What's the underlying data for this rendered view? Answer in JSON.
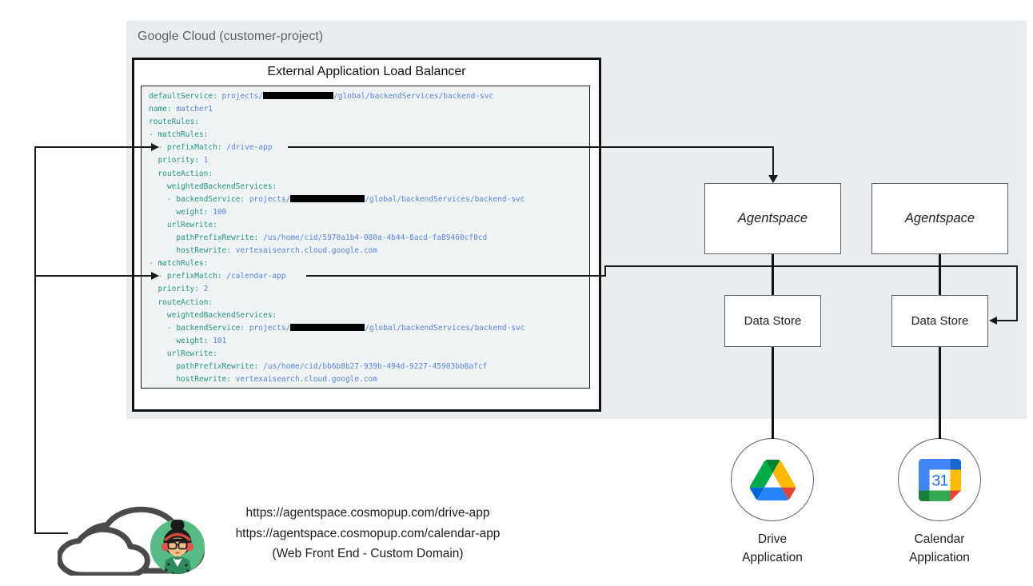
{
  "panel": {
    "label": "Google Cloud (customer-project)"
  },
  "load_balancer": {
    "title": "External Application Load Balancer"
  },
  "url_map": {
    "lines": [
      [
        [
          "k",
          "defaultService:"
        ],
        [
          "v",
          " projects/"
        ],
        [
          "r",
          "88"
        ],
        [
          "v",
          "/global/backendServices/backend-svc"
        ]
      ],
      [
        [
          "k",
          "name:"
        ],
        [
          "v",
          " matcher1"
        ]
      ],
      [
        [
          "k",
          "routeRules:"
        ]
      ],
      [
        [
          "k",
          "- matchRules:"
        ]
      ],
      [
        [
          "k",
          "  - prefixMatch:"
        ],
        [
          "v",
          " /drive-app"
        ]
      ],
      [
        [
          "k",
          "  priority:"
        ],
        [
          "v",
          " 1"
        ]
      ],
      [
        [
          "k",
          "  routeAction:"
        ]
      ],
      [
        [
          "k",
          "    weightedBackendServices:"
        ]
      ],
      [
        [
          "k",
          "    - backendService:"
        ],
        [
          "v",
          " projects/"
        ],
        [
          "r",
          "93"
        ],
        [
          "v",
          "/global/backendServices/backend-svc"
        ]
      ],
      [
        [
          "k",
          "      weight:"
        ],
        [
          "v",
          " 100"
        ]
      ],
      [
        [
          "k",
          "    urlRewrite:"
        ]
      ],
      [
        [
          "k",
          "      pathPrefixRewrite:"
        ],
        [
          "v",
          " /us/home/cid/5970a1b4-080a-4b44-8acd-fa89460cf0cd"
        ]
      ],
      [
        [
          "k",
          "      hostRewrite:"
        ],
        [
          "v",
          " vertexaisearch.cloud.google.com"
        ]
      ],
      [
        [
          "k",
          "- matchRules:"
        ]
      ],
      [
        [
          "k",
          "  - prefixMatch:"
        ],
        [
          "v",
          " /calendar-app"
        ]
      ],
      [
        [
          "k",
          "  priority:"
        ],
        [
          "v",
          " 2"
        ]
      ],
      [
        [
          "k",
          "  routeAction:"
        ]
      ],
      [
        [
          "k",
          "    weightedBackendServices:"
        ]
      ],
      [
        [
          "k",
          "    - backendService:"
        ],
        [
          "v",
          " projects/"
        ],
        [
          "r",
          "93"
        ],
        [
          "v",
          "/global/backendServices/backend-svc"
        ]
      ],
      [
        [
          "k",
          "      weight:"
        ],
        [
          "v",
          " 101"
        ]
      ],
      [
        [
          "k",
          "    urlRewrite:"
        ]
      ],
      [
        [
          "k",
          "      pathPrefixRewrite:"
        ],
        [
          "v",
          " /us/home/cid/bb6b8b27-939b-494d-9227-45903bb8afcf"
        ]
      ],
      [
        [
          "k",
          "      hostRewrite:"
        ],
        [
          "v",
          " vertexaisearch.cloud.google.com"
        ]
      ]
    ]
  },
  "nodes": {
    "agentspace_left": {
      "label": "Agentspace"
    },
    "agentspace_right": {
      "label": "Agentspace"
    },
    "datastore_left": {
      "label": "Data Store"
    },
    "datastore_right": {
      "label": "Data Store"
    },
    "drive_app": {
      "line1": "Drive",
      "line2": "Application"
    },
    "calendar_app": {
      "line1": "Calendar",
      "line2": "Application"
    }
  },
  "calendar_icon": {
    "day": "31"
  },
  "frontend": {
    "url_drive": "https://agentspace.cosmopup.com/drive-app",
    "url_calendar": "https://agentspace.cosmopup.com/calendar-app",
    "caption": "(Web Front End - Custom Domain)"
  },
  "icons": {
    "cloud": "internet-cloud-icon",
    "user": "user-avatar-icon",
    "drive": "google-drive-icon",
    "calendar": "google-calendar-icon"
  },
  "colors": {
    "panel_bg": "#e9edf0",
    "code_bg": "#f0f3f4",
    "code_key": "#2a9384",
    "code_value": "#5b84d4",
    "google_blue": "#4285f4",
    "google_blue_dark": "#1967d2",
    "google_red": "#ea4335",
    "google_yellow": "#fbbc04",
    "google_green": "#34a853",
    "google_green_dark": "#188038",
    "drive_blue": "#2684fc",
    "drive_green": "#00ac47",
    "avatar_bg": "#57bb85",
    "cloud_stroke": "#4a4a4a"
  }
}
